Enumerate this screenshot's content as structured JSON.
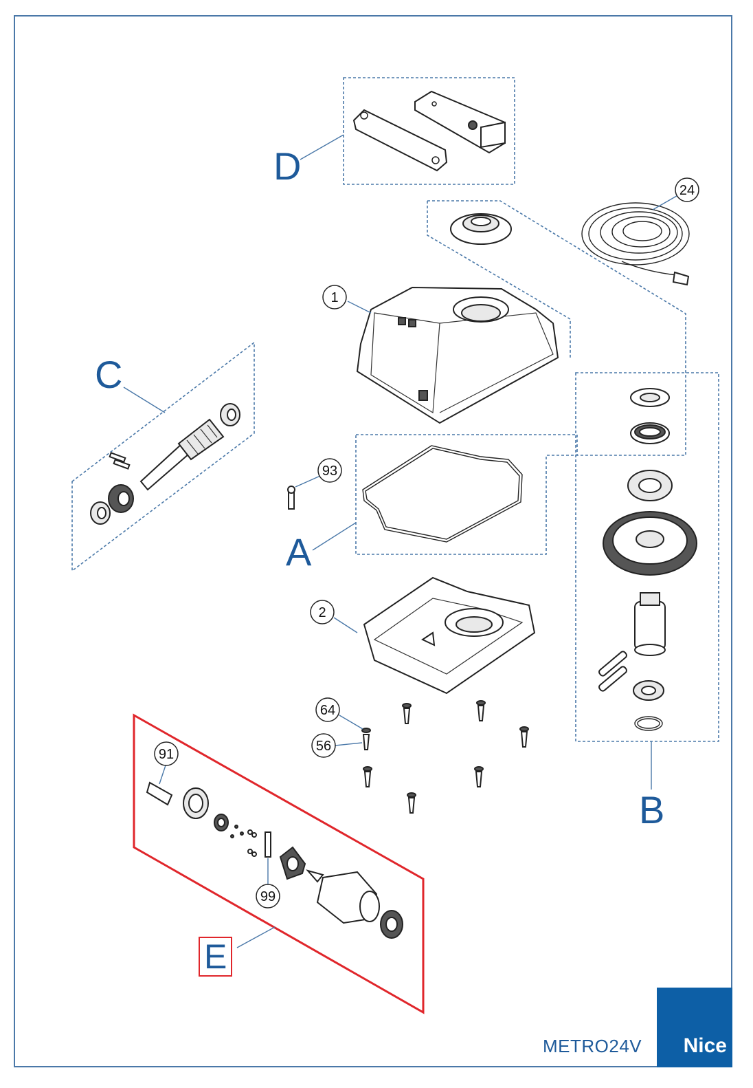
{
  "groups": {
    "a": "A",
    "b": "B",
    "c": "C",
    "d": "D",
    "e": "E"
  },
  "callouts": {
    "p1": "1",
    "p2": "2",
    "p24": "24",
    "p56": "56",
    "p64": "64",
    "p91": "91",
    "p93": "93",
    "p99": "99"
  },
  "footer": {
    "model": "METRO24V",
    "brand": "Nice"
  },
  "colors": {
    "frame": "#4a78a8",
    "group_letter": "#1e5a9a",
    "group_outline": "#4a78a8",
    "highlight": "#e0262b",
    "logo_bg": "#0d5fa6"
  }
}
